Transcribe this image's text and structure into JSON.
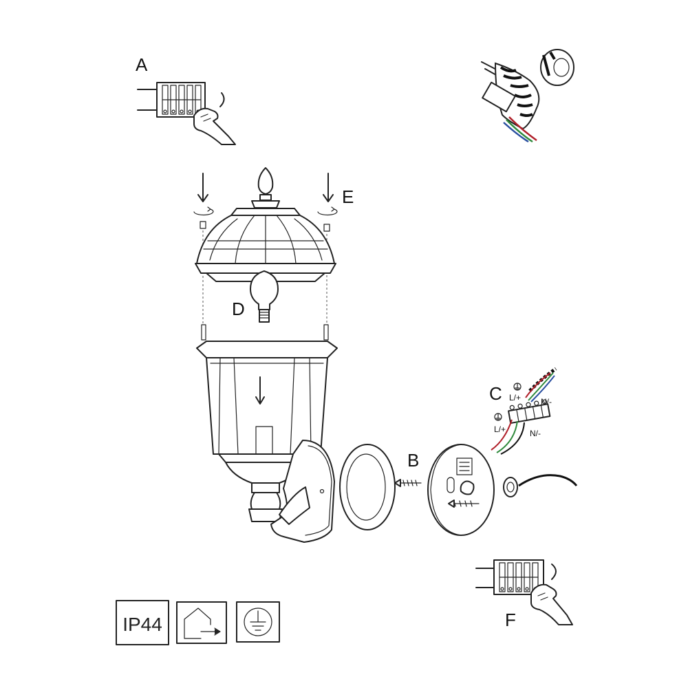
{
  "labels": {
    "a": "A",
    "b": "B",
    "c": "C",
    "d": "D",
    "e": "E",
    "f": "F"
  },
  "wiring": {
    "live_upper": "L/+",
    "neutral_upper": "N/-",
    "live_lower": "L/+",
    "neutral_lower": "N/-"
  },
  "symbols": {
    "ip_rating": "IP44",
    "outdoor_icon": "house-arrow-icon",
    "earth_icon": "protective-earth-icon"
  },
  "colors": {
    "line": "#222222",
    "wire_live": "#b0202a",
    "wire_earth": "#2f8a3c",
    "wire_neutral": "#2a4fa0"
  }
}
